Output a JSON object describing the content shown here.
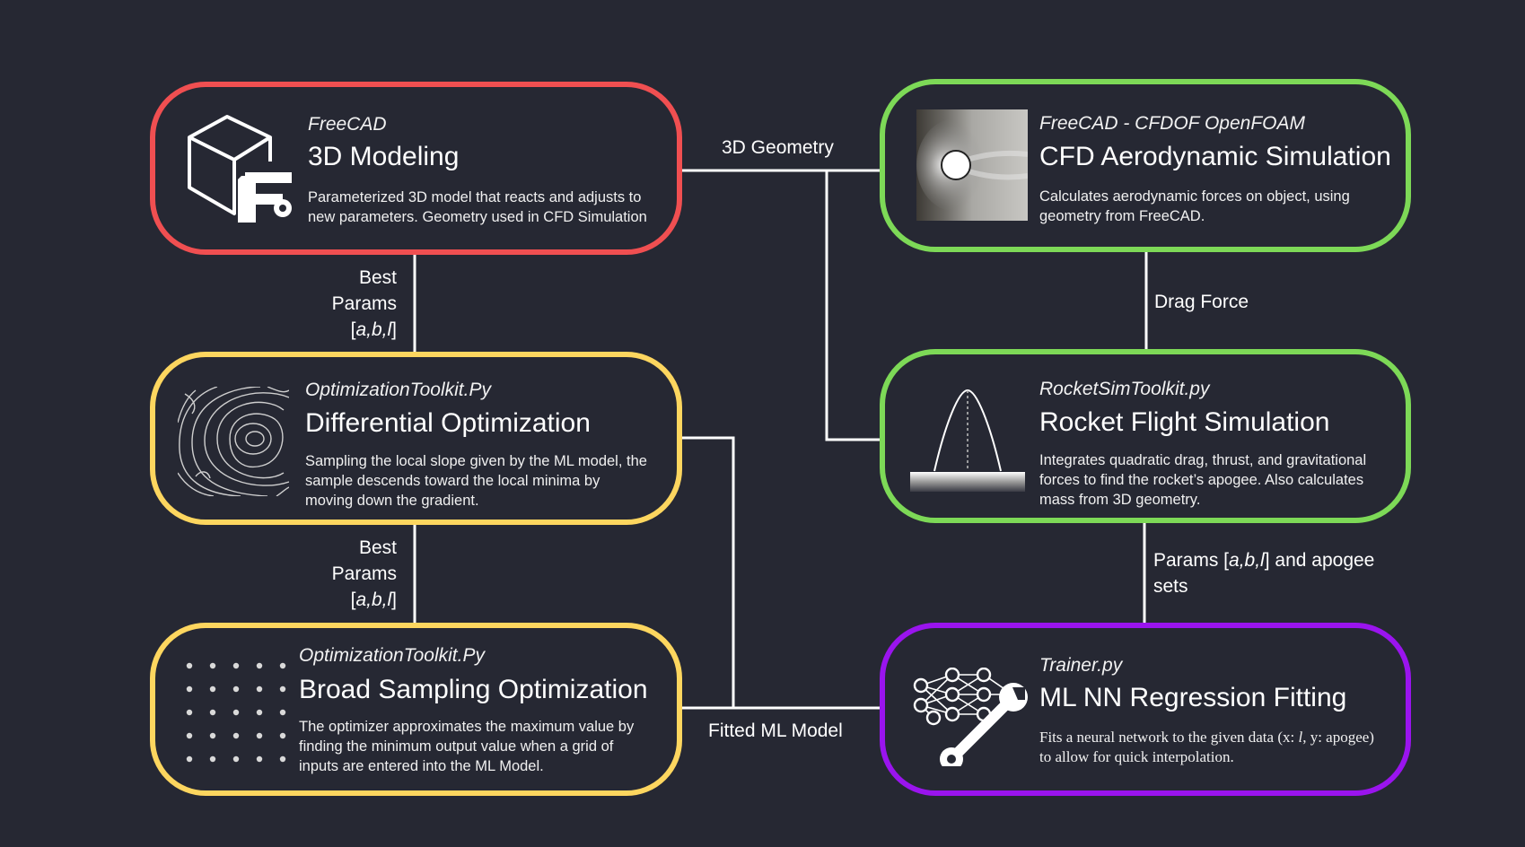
{
  "colors": {
    "background": "#262833",
    "red": "#f04f51",
    "green": "#7dd957",
    "yellow": "#fdd65f",
    "purple": "#9a14ee",
    "connector": "#ffffff"
  },
  "boxes": {
    "freecad": {
      "tool": "FreeCAD",
      "title": "3D Modeling",
      "desc": "Parameterized 3D model that reacts and adjusts to new parameters. Geometry used in CFD Simulation",
      "icon": "freecad-cube-icon"
    },
    "cfd": {
      "tool": "FreeCAD - CFDOF OpenFOAM",
      "title": "CFD Aerodynamic Simulation",
      "desc": "Calculates aerodynamic forces on object, using geometry from FreeCAD.",
      "icon": "cfd-flow-image"
    },
    "diffopt": {
      "tool": "OptimizationToolkit.Py",
      "title": "Differential Optimization",
      "desc": "Sampling the local slope given by the ML model, the sample descends toward the local minima by moving down the gradient.",
      "icon": "contour-map-icon"
    },
    "rocket": {
      "tool": "RocketSimToolkit.py",
      "title": "Rocket Flight Simulation",
      "desc": "Integrates quadratic drag, thrust, and gravitational forces to find the rocket’s apogee. Also calculates mass from 3D geometry.",
      "icon": "trajectory-arc-icon"
    },
    "broad": {
      "tool": "OptimizationToolkit.Py",
      "title": "Broad Sampling Optimization",
      "desc": "The optimizer approximates the maximum value by finding the minimum output value when a grid of inputs are entered into the ML Model.",
      "icon": "dot-grid-icon"
    },
    "ml": {
      "tool": "Trainer.py",
      "title": "ML NN Regression Fitting",
      "desc_pre": "Fits a neural network to the given data (x: ",
      "desc_var": "l",
      "desc_post": ", y: apogee) to allow for quick interpolation.",
      "icon": "neural-network-wrench-icon"
    }
  },
  "labels": {
    "geometry": "3D Geometry",
    "drag": "Drag Force",
    "fitted": "Fitted ML Model",
    "best1": {
      "line1": "Best",
      "line2": "Params",
      "open": "[",
      "vars": "a,b,l",
      "close": "]"
    },
    "best2": {
      "line1": "Best",
      "line2": "Params",
      "open": "[",
      "vars": "a,b,l",
      "close": "]"
    },
    "apogee": {
      "pre": "Params [",
      "vars": "a,b,l",
      "post": "] and apogee",
      "line2": "sets"
    }
  }
}
